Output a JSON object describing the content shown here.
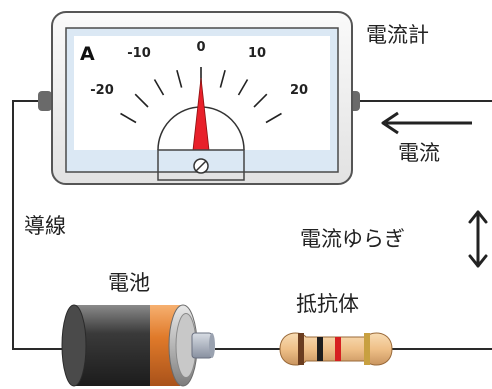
{
  "meter": {
    "unit_letter": "A",
    "scale_labels": [
      "-20",
      "-10",
      "0",
      "10",
      "20"
    ],
    "title": "電流計"
  },
  "labels": {
    "current": "電流",
    "wire": "導線",
    "battery": "電池",
    "fluctuation": "電流ゆらぎ",
    "resistor": "抵抗体"
  },
  "colors": {
    "needle": "#e8202a",
    "meter_face": "#ffffff",
    "meter_screen": "#dbe8f4",
    "meter_case": "#f3f3f3",
    "resistor_body": "#f0c48c",
    "battery_dark": "#3c3c3c",
    "battery_copper": "#e07a2a"
  }
}
